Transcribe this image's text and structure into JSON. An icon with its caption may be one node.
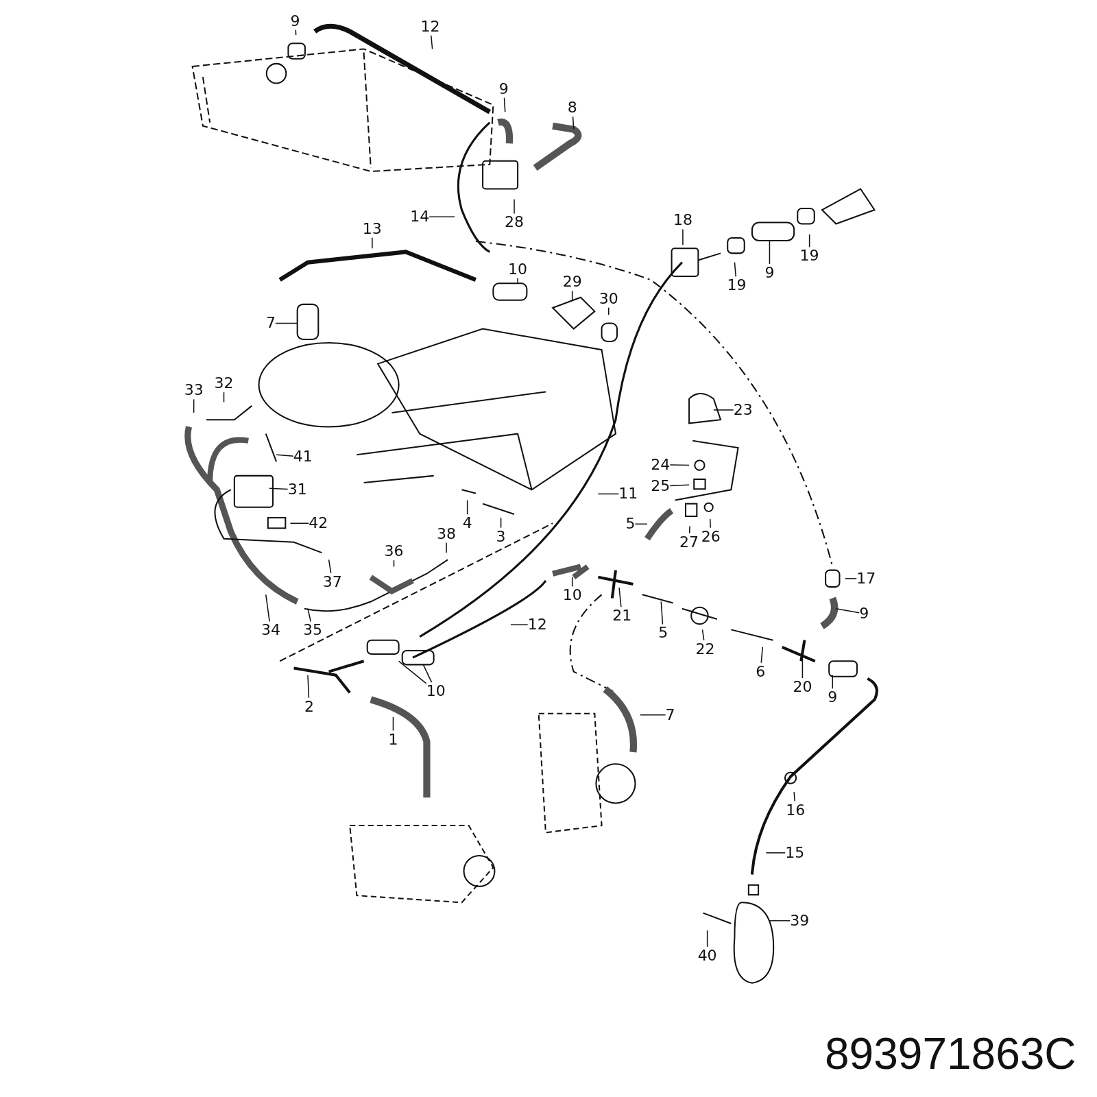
{
  "diagram": {
    "nodes": [
      {
        "text": [
          "9"
        ]
      },
      {
        "text": [
          "12"
        ]
      },
      {
        "text": [
          "9"
        ]
      },
      {
        "text": [
          "8"
        ]
      },
      {
        "text": [
          "14"
        ]
      },
      {
        "text": [
          "28"
        ]
      },
      {
        "text": [
          "13"
        ]
      },
      {
        "text": [
          "18"
        ]
      },
      {
        "text": [
          "19"
        ]
      },
      {
        "text": [
          "9"
        ]
      },
      {
        "text": [
          "19"
        ]
      },
      {
        "text": [
          "10"
        ]
      },
      {
        "text": [
          "29"
        ]
      },
      {
        "text": [
          "30"
        ]
      },
      {
        "text": [
          "7"
        ]
      },
      {
        "text": [
          "32"
        ]
      },
      {
        "text": [
          "33"
        ]
      },
      {
        "text": [
          "23"
        ]
      },
      {
        "text": [
          "41"
        ]
      },
      {
        "text": [
          "24"
        ]
      },
      {
        "text": [
          "25"
        ]
      },
      {
        "text": [
          "31"
        ]
      },
      {
        "text": [
          "11"
        ]
      },
      {
        "text": [
          "42"
        ]
      },
      {
        "text": [
          "4"
        ]
      },
      {
        "text": [
          "5"
        ]
      },
      {
        "text": [
          "3"
        ]
      },
      {
        "text": [
          "38"
        ]
      },
      {
        "text": [
          "26"
        ]
      },
      {
        "text": [
          "27"
        ]
      },
      {
        "text": [
          "36"
        ]
      },
      {
        "text": [
          "17"
        ]
      },
      {
        "text": [
          "37"
        ]
      },
      {
        "text": [
          "10"
        ]
      },
      {
        "text": [
          "21"
        ]
      },
      {
        "text": [
          "9"
        ]
      },
      {
        "text": [
          "12"
        ]
      },
      {
        "text": [
          "34"
        ]
      },
      {
        "text": [
          "35"
        ]
      },
      {
        "text": [
          "5"
        ]
      },
      {
        "text": [
          "22"
        ]
      },
      {
        "text": [
          "6"
        ]
      },
      {
        "text": [
          "20"
        ]
      },
      {
        "text": [
          "9"
        ]
      },
      {
        "text": [
          "10"
        ]
      },
      {
        "text": [
          "2"
        ]
      },
      {
        "text": [
          "7"
        ]
      },
      {
        "text": [
          "1"
        ]
      },
      {
        "text": [
          "16"
        ]
      },
      {
        "text": [
          "15"
        ]
      },
      {
        "text": [
          "39"
        ]
      },
      {
        "text": [
          "40"
        ]
      }
    ],
    "edges": [
      {
        "from": 0,
        "to": null,
        "arrow": "none"
      },
      {
        "from": 1,
        "to": null,
        "arrow": "none"
      },
      {
        "from": 2,
        "to": null,
        "arrow": "none"
      },
      {
        "from": 3,
        "to": null,
        "arrow": "none"
      },
      {
        "from": 4,
        "to": null,
        "arrow": "none"
      },
      {
        "from": 5,
        "to": null,
        "arrow": "none"
      },
      {
        "from": 6,
        "to": null,
        "arrow": "none"
      },
      {
        "from": 7,
        "to": null,
        "arrow": "none"
      },
      {
        "from": 8,
        "to": null,
        "arrow": "none"
      },
      {
        "from": 9,
        "to": null,
        "arrow": "none"
      },
      {
        "from": 10,
        "to": null,
        "arrow": "none"
      },
      {
        "from": 11,
        "to": null,
        "arrow": "none"
      },
      {
        "from": 12,
        "to": null,
        "arrow": "none"
      },
      {
        "from": 13,
        "to": null,
        "arrow": "none"
      },
      {
        "from": 14,
        "to": null,
        "arrow": "none"
      },
      {
        "from": 15,
        "to": null,
        "arrow": "none"
      },
      {
        "from": 16,
        "to": null,
        "arrow": "none"
      },
      {
        "from": 17,
        "to": null,
        "arrow": "none"
      },
      {
        "from": 18,
        "to": null,
        "arrow": "none"
      },
      {
        "from": 19,
        "to": null,
        "arrow": "none"
      },
      {
        "from": 20,
        "to": null,
        "arrow": "none"
      },
      {
        "from": 21,
        "to": null,
        "arrow": "none"
      },
      {
        "from": 22,
        "to": null,
        "arrow": "none"
      },
      {
        "from": 23,
        "to": null,
        "arrow": "none"
      },
      {
        "from": 24,
        "to": null,
        "arrow": "none"
      },
      {
        "from": 25,
        "to": null,
        "arrow": "none"
      },
      {
        "from": 26,
        "to": null,
        "arrow": "none"
      },
      {
        "from": 27,
        "to": null,
        "arrow": "none"
      },
      {
        "from": 28,
        "to": null,
        "arrow": "none"
      },
      {
        "from": 29,
        "to": null,
        "arrow": "none"
      },
      {
        "from": 30,
        "to": null,
        "arrow": "none"
      },
      {
        "from": 31,
        "to": null,
        "arrow": "none"
      },
      {
        "from": 32,
        "to": null,
        "arrow": "none"
      },
      {
        "from": 33,
        "to": null,
        "arrow": "none"
      },
      {
        "from": 34,
        "to": null,
        "arrow": "none"
      },
      {
        "from": 35,
        "to": null,
        "arrow": "none"
      },
      {
        "from": 36,
        "to": null,
        "arrow": "none"
      },
      {
        "from": 37,
        "to": null,
        "arrow": "none"
      },
      {
        "from": 38,
        "to": null,
        "arrow": "none"
      },
      {
        "from": 39,
        "to": null,
        "arrow": "none"
      },
      {
        "from": 40,
        "to": null,
        "arrow": "none"
      },
      {
        "from": 41,
        "to": null,
        "arrow": "none"
      },
      {
        "from": 42,
        "to": null,
        "arrow": "none"
      },
      {
        "from": 43,
        "to": null,
        "arrow": "none"
      },
      {
        "from": 44,
        "to": null,
        "arrow": "none"
      },
      {
        "from": 44,
        "to": null,
        "arrow": "none"
      },
      {
        "from": 45,
        "to": null,
        "arrow": "none"
      },
      {
        "from": 46,
        "to": null,
        "arrow": "none"
      },
      {
        "from": 47,
        "to": null,
        "arrow": "none"
      },
      {
        "from": 48,
        "to": null,
        "arrow": "none"
      },
      {
        "from": 49,
        "to": null,
        "arrow": "none"
      },
      {
        "from": 50,
        "to": null,
        "arrow": "none"
      },
      {
        "from": 51,
        "to": null,
        "arrow": "none"
      }
    ],
    "labels": [
      "893971863C"
    ]
  }
}
